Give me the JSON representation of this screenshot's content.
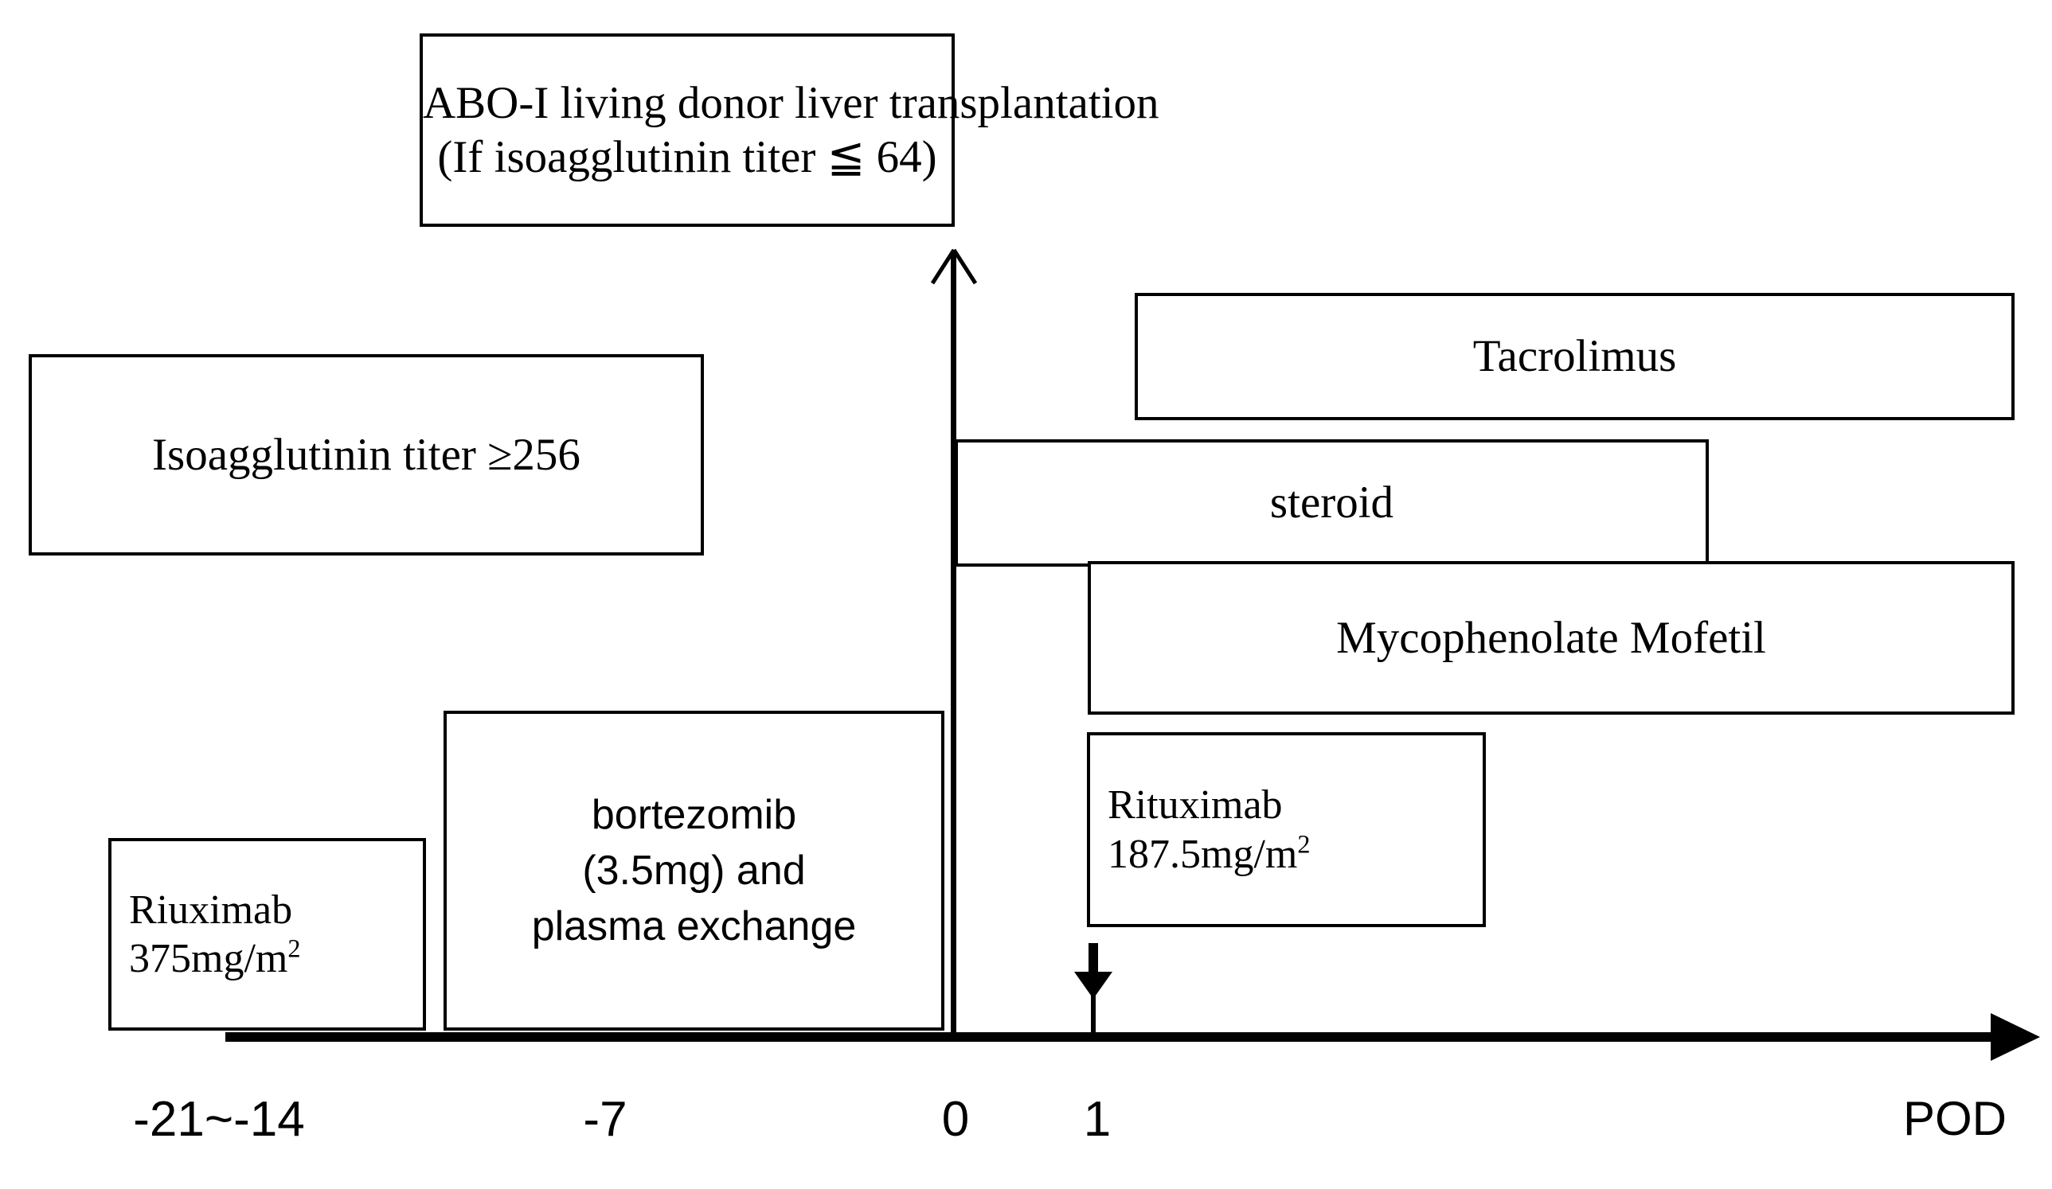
{
  "diagram": {
    "title": "ABO-incompatible living donor liver transplantation desensitization protocol timeline",
    "type": "timeline",
    "boxes": {
      "transplant": {
        "line1": "ABO-I living donor liver transplantation",
        "line2": "(If isoagglutinin titer ≦ 64)"
      },
      "titer": {
        "line1": "Isoagglutinin titer ≥256"
      },
      "tacrolimus": {
        "line1": "Tacrolimus"
      },
      "steroid": {
        "line1": "steroid"
      },
      "mycophenolate": {
        "line1": "Mycophenolate Mofetil"
      },
      "rituximab_post": {
        "line1": "Rituximab",
        "line2_prefix": "187.5mg/m",
        "line2_sup": "2"
      },
      "riuximab_pre": {
        "line1": "Riuximab",
        "line2_prefix": "375mg/m",
        "line2_sup": "2"
      },
      "bortezomib": {
        "line1": "bortezomib",
        "line2": "(3.5mg) and",
        "line3": "plasma exchange"
      }
    },
    "axis": {
      "label": "POD",
      "ticks": [
        {
          "label": "-21~-14"
        },
        {
          "label": "-7"
        },
        {
          "label": "0"
        },
        {
          "label": "1"
        }
      ]
    },
    "colors": {
      "line": "#000000",
      "background": "#ffffff"
    }
  }
}
